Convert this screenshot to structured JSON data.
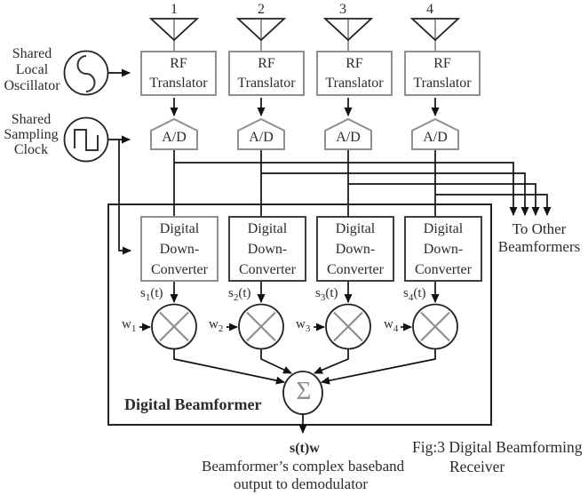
{
  "figure": {
    "caption_line1": "Fig:3 Digital Beamforming",
    "caption_line2": "Receiver"
  },
  "left_sources": {
    "oscillator": {
      "line1": "Shared",
      "line2": "Local",
      "line3": "Oscillator",
      "icon": "sine-wave-icon"
    },
    "clock": {
      "line1": "Shared",
      "line2": "Sampling",
      "line3": "Clock",
      "icon": "square-wave-icon"
    }
  },
  "chains": [
    {
      "antenna_num": "1",
      "rf_line1": "RF",
      "rf_line2": "Translator",
      "adc_label": "A/D",
      "ddc_line1": "Digital",
      "ddc_line2": "Down-",
      "ddc_line3": "Converter",
      "signal_base": "s",
      "signal_sub": "1",
      "signal_suffix": "(t)",
      "weight_base": "w",
      "weight_sub": "1"
    },
    {
      "antenna_num": "2",
      "rf_line1": "RF",
      "rf_line2": "Translator",
      "adc_label": "A/D",
      "ddc_line1": "Digital",
      "ddc_line2": "Down-",
      "ddc_line3": "Converter",
      "signal_base": "s",
      "signal_sub": "2",
      "signal_suffix": "(t)",
      "weight_base": "w",
      "weight_sub": "2"
    },
    {
      "antenna_num": "3",
      "rf_line1": "RF",
      "rf_line2": "Translator",
      "adc_label": "A/D",
      "ddc_line1": "Digital",
      "ddc_line2": "Down-",
      "ddc_line3": "Converter",
      "signal_base": "s",
      "signal_sub": "3",
      "signal_suffix": "(t)",
      "weight_base": "w",
      "weight_sub": "3"
    },
    {
      "antenna_num": "4",
      "rf_line1": "RF",
      "rf_line2": "Translator",
      "adc_label": "A/D",
      "ddc_line1": "Digital",
      "ddc_line2": "Down-",
      "ddc_line3": "Converter",
      "signal_base": "s",
      "signal_sub": "4",
      "signal_suffix": "(t)",
      "weight_base": "w",
      "weight_sub": "4"
    }
  ],
  "beamformer": {
    "label": "Digital Beamformer",
    "sum_symbol": "Σ"
  },
  "to_other_beamformers": {
    "line1": "To Other",
    "line2": "Beamformers"
  },
  "output": {
    "signal_label": "s(t)w",
    "desc_line1": "Beamformer’s complex baseband",
    "desc_line2": "output  to demodulator"
  },
  "colors": {
    "line": "#111111",
    "box_border_light": "#8f8f8f",
    "box_border_dark": "#3f3f3f",
    "glyph_gray": "#8f8f8f",
    "text": "#2b2b2b",
    "background": "#ffffff"
  }
}
